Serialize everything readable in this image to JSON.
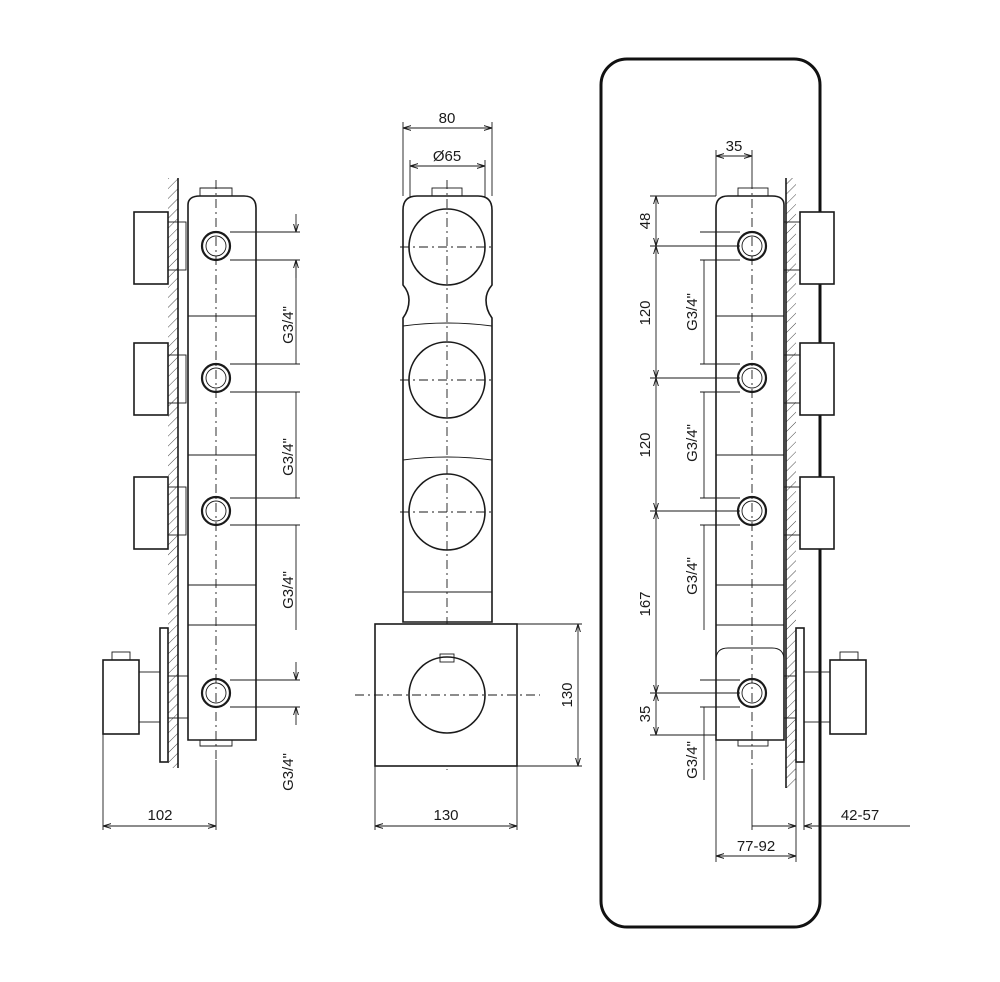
{
  "left_view": {
    "thread_labels": [
      "G3/4\"",
      "G3/4\"",
      "G3/4\"",
      "G3/4\""
    ],
    "depth_label": "102"
  },
  "middle_view": {
    "width_label": "80",
    "diameter_label": "Ø65",
    "plate_height_label": "130",
    "plate_width_label": "130"
  },
  "right_view": {
    "spacing_labels": [
      "35",
      "48",
      "120",
      "120",
      "167",
      "35"
    ],
    "thread_labels": [
      "G3/4\"",
      "G3/4\"",
      "G3/4\"",
      "G3/4\""
    ],
    "depth_range_label": "77-92",
    "wall_range_label": "42-57"
  }
}
